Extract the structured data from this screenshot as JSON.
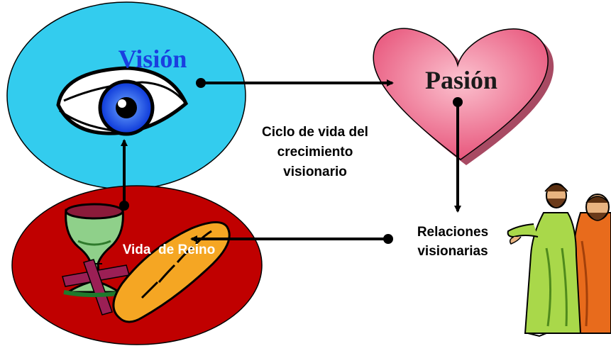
{
  "nodes": {
    "vision": {
      "label": "Visión",
      "fill": "#33ccee",
      "label_color": "#1a3fe0"
    },
    "pasion": {
      "label": "Pasión",
      "fill": "#f07f9e",
      "label_color": "#1a1a1a"
    },
    "reino": {
      "label": "Vida  de Reino",
      "fill": "#c00000",
      "label_color": "#ffffff"
    },
    "relaciones": {
      "line1": "Relaciones",
      "line2": "visionarias"
    }
  },
  "center_caption": {
    "line1": "Ciclo de vida del",
    "line2": "crecimiento",
    "line3": "visionario"
  },
  "icons": [
    "eye-icon",
    "chalice-icon",
    "bread-icon",
    "cross-icon",
    "people-illustration"
  ],
  "colors": {
    "arrow": "#000000",
    "background": "#ffffff"
  }
}
